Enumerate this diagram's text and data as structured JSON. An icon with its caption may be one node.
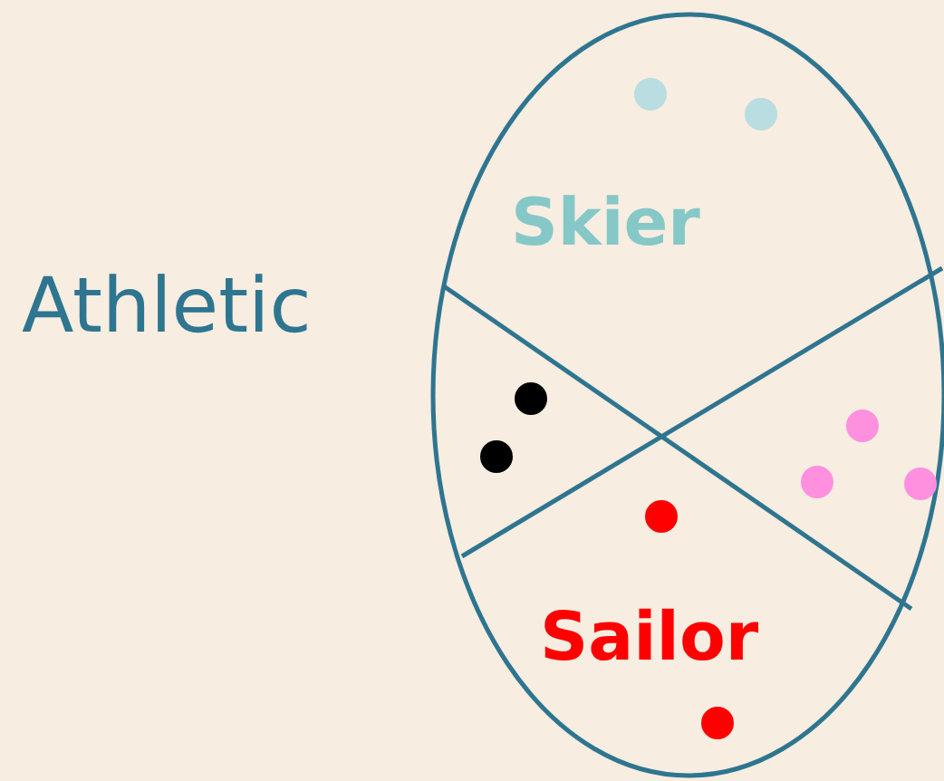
{
  "diagram": {
    "labels": [
      "Athletic",
      "Skier",
      "Sailor"
    ]
  }
}
